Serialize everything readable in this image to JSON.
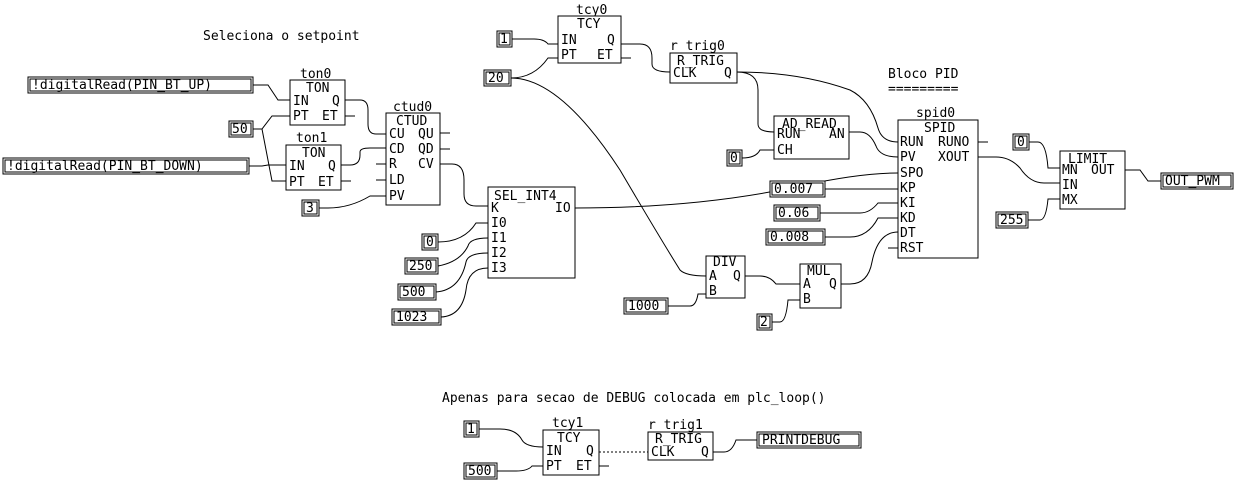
{
  "comments": {
    "setpoint": "Seleciona o setpoint",
    "pid": "Bloco PID",
    "pid_underline": "=========",
    "debug": "Apenas para secao de DEBUG colocada em plc_loop()"
  },
  "blocks": {
    "ton0": {
      "instance": "ton0",
      "type": "TON",
      "in1": "IN",
      "in2": "PT",
      "out1": "Q",
      "out2": "ET"
    },
    "ton1": {
      "instance": "ton1",
      "type": "TON",
      "in1": "IN",
      "in2": "PT",
      "out1": "Q",
      "out2": "ET"
    },
    "ctud0": {
      "instance": "ctud0",
      "type": "CTUD",
      "cu": "CU",
      "cd": "CD",
      "r": "R",
      "ld": "LD",
      "pv": "PV",
      "qu": "QU",
      "qd": "QD",
      "cv": "CV"
    },
    "sel": {
      "type": "SEL_INT4",
      "k": "K",
      "i0": "I0",
      "i1": "I1",
      "i2": "I2",
      "i3": "I3",
      "io": "IO"
    },
    "tcy0": {
      "instance": "tcy0",
      "type": "TCY",
      "in1": "IN",
      "in2": "PT",
      "out1": "Q",
      "out2": "ET"
    },
    "rtrig0": {
      "instance": "r_trig0",
      "type": "R_TRIG",
      "in1": "CLK",
      "out1": "Q"
    },
    "adread": {
      "type": "AD_READ",
      "run": "RUN",
      "ch": "CH",
      "an": "AN"
    },
    "div": {
      "type": "DIV",
      "a": "A",
      "b": "B",
      "q": "Q"
    },
    "mul": {
      "type": "MUL",
      "a": "A",
      "b": "B",
      "q": "Q"
    },
    "spid0": {
      "instance": "spid0",
      "type": "SPID",
      "ins": [
        "RUN",
        "PV",
        "SPO",
        "KP",
        "KI",
        "KD",
        "DT",
        "RST"
      ],
      "runo": "RUNO",
      "xout": "XOUT"
    },
    "limit": {
      "type": "LIMIT",
      "mn": "MN",
      "in": "IN",
      "mx": "MX",
      "out": "OUT"
    },
    "tcy1": {
      "instance": "tcy1",
      "type": "TCY",
      "in1": "IN",
      "in2": "PT",
      "out1": "Q",
      "out2": "ET"
    },
    "rtrig1": {
      "instance": "r_trig1",
      "type": "R_TRIG",
      "in1": "CLK",
      "out1": "Q"
    }
  },
  "variables": {
    "bt_up": "!digitalRead(PIN_BT_UP)",
    "bt_down": "!digitalRead(PIN_BT_DOWN)",
    "ton_pt": "50",
    "ctud_pv": "3",
    "sel_i0": "0",
    "sel_i1": "250",
    "sel_i2": "500",
    "sel_i3": "1023",
    "tcy_in": "1",
    "tcy_pt": "20",
    "ad_ch": "0",
    "div_b": "1000",
    "mul_b": "2",
    "kp": "0.007",
    "ki": "0.06",
    "kd": "0.008",
    "limit_mn": "0",
    "limit_mx": "255",
    "out_pwm": "OUT_PWM",
    "tcy1_in": "1",
    "tcy1_pt": "500",
    "printdebug": "PRINTDEBUG"
  }
}
